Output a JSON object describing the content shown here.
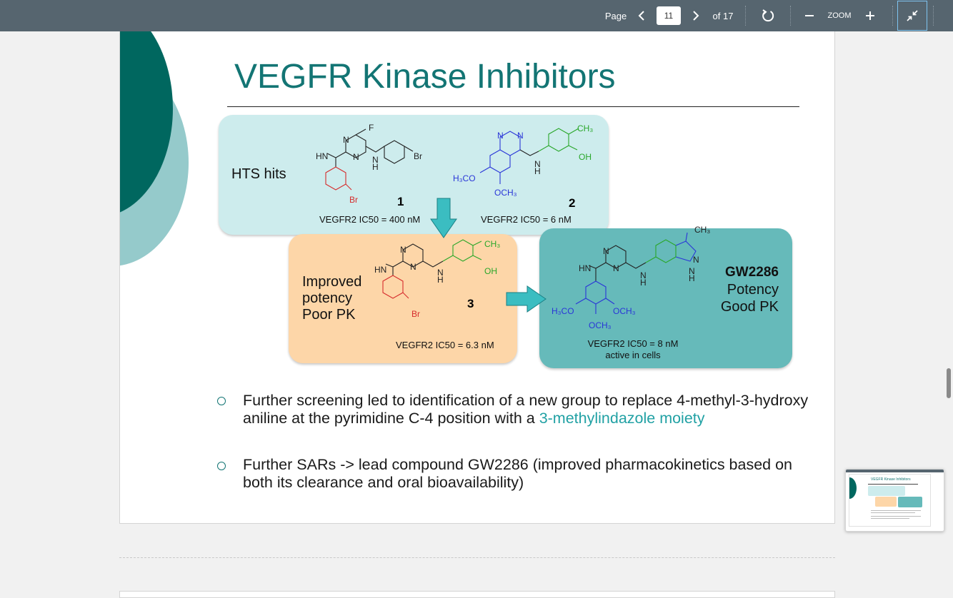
{
  "toolbar": {
    "page_label": "Page",
    "current_page": "11",
    "of_label": "of 17",
    "zoom_label": "ZOOM",
    "icons": [
      "chevron-left-icon",
      "chevron-right-icon",
      "rotate-icon",
      "minus-icon",
      "plus-icon",
      "collapse-icon"
    ]
  },
  "slide": {
    "title": "VEGFR Kinase Inhibitors",
    "hts_label": "HTS hits",
    "compound1": {
      "number": "1",
      "ic50": "VEGFR2 IC50 = 400 nM"
    },
    "compound2": {
      "number": "2",
      "ic50": "VEGFR2 IC50 = 6 nM"
    },
    "compound3": {
      "number": "3",
      "ic50": "VEGFR2 IC50 = 6.3 nM",
      "lines": [
        "Improved",
        "potency",
        "Poor PK"
      ]
    },
    "gw": {
      "name": "GW2286",
      "lines": [
        "Potency",
        "Good PK"
      ],
      "ic50": "VEGFR2 IC50 = 8 nM",
      "note": "active in cells"
    },
    "bullets": [
      {
        "pre": "Further screening led to identification of a new group to replace 4-methyl-3-hydroxy aniline at the pyrimidine C-4 position with a ",
        "highlight": "3-methylindazole moiety"
      },
      {
        "pre": "Further SARs -> lead compound GW2286 (improved pharmacokinetics based on both its clearance and oral bioavailability)",
        "highlight": ""
      }
    ],
    "colors": {
      "title": "#137574",
      "accent_dark": "#00675f",
      "accent_light": "#95cacb",
      "box_hts": "#cdeced",
      "box_orange": "#fdd6a8",
      "box_teal": "#66baba",
      "arrow": "#3bbdc1"
    }
  },
  "thumbnail": {
    "title": "VEGFR Kinase Inhibitors"
  }
}
